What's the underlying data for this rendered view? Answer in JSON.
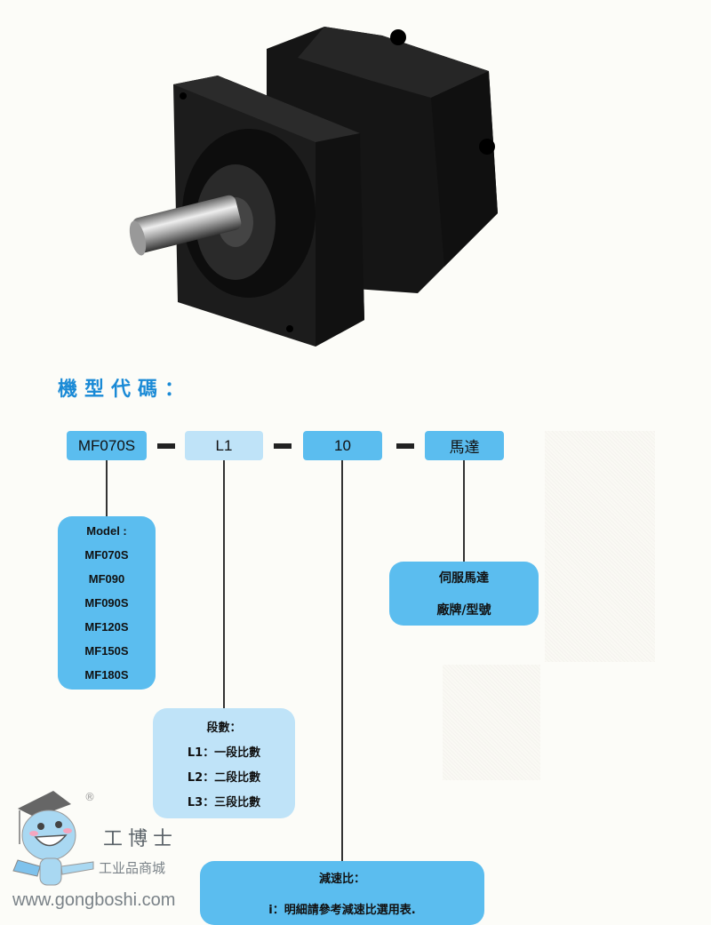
{
  "heading": "機型代碼：",
  "code": {
    "model": "MF070S",
    "stage": "L1",
    "ratio": "10",
    "motor": "馬達"
  },
  "model_panel": {
    "title": "Model :",
    "items": [
      "MF070S",
      "MF090",
      "MF090S",
      "MF120S",
      "MF150S",
      "MF180S"
    ]
  },
  "servo_panel": {
    "line1": "伺服馬達",
    "line2": "廠牌/型號"
  },
  "stage_panel": {
    "title": "段數：",
    "items": [
      "L1：一段比數",
      "L2：二段比數",
      "L3：三段比數"
    ]
  },
  "ratio_panel": {
    "title": "減速比：",
    "note": "i：明細請參考減速比選用表."
  },
  "watermark": {
    "brand": "工博士",
    "tagline": "工业品商城",
    "url": "www.gongboshi.com",
    "registered": "®"
  },
  "colors": {
    "heading": "#1a8ad6",
    "box_blue": "#5bbdef",
    "box_light": "#bfe3f8"
  }
}
